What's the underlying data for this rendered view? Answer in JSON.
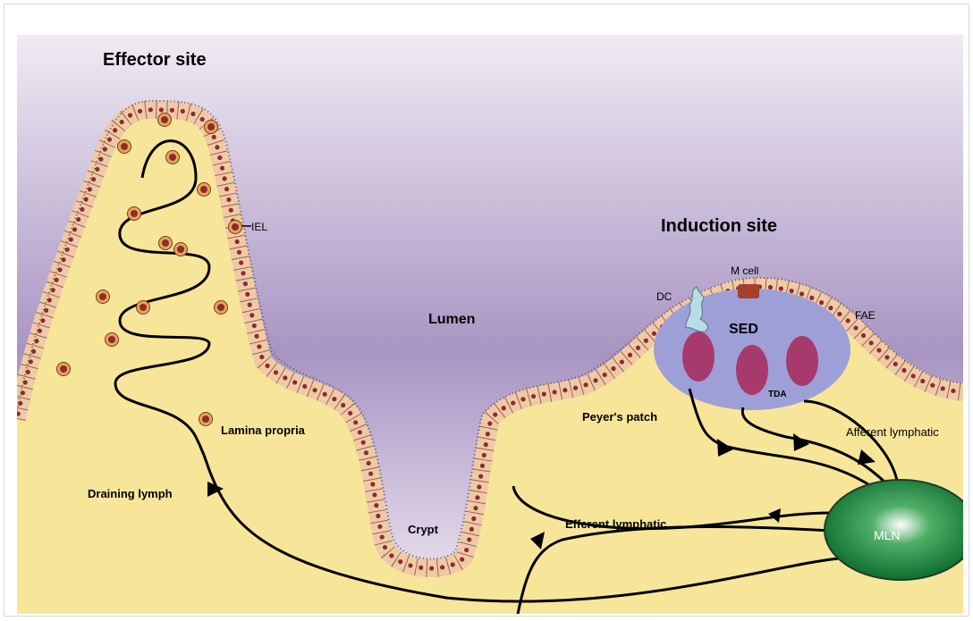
{
  "labels": {
    "effector_site": "Effector site",
    "induction_site": "Induction site",
    "iel": "IEL",
    "lumen": "Lumen",
    "lamina_propria": "Lamina propria",
    "draining_lymph": "Draining lymph",
    "crypt": "Crypt",
    "peyers_patch": "Peyer's patch",
    "efferent_lymphatic": "Efferent lymphatic",
    "afferent_lymphatic": "Afferent lymphatic",
    "m_cell": "M cell",
    "dc": "DC",
    "fae": "FAE",
    "sed": "SED",
    "tda": "TDA",
    "mln": "MLN"
  },
  "colors": {
    "lumen_top": "#a894c2",
    "lumen_bottom": "#f0ebf4",
    "tissue": "#f7e69a",
    "epithelial_cell": "#f1c9a6",
    "cell_nucleus": "#8e2c2c",
    "dome": "#9f9fd8",
    "follicle": "#a63a6c",
    "m_cell": "#a5402e",
    "dendritic_cell": "#b9dde6",
    "mln_outer": "#0f6d30",
    "mln_inner": "#4fae66",
    "line": "#000000"
  }
}
